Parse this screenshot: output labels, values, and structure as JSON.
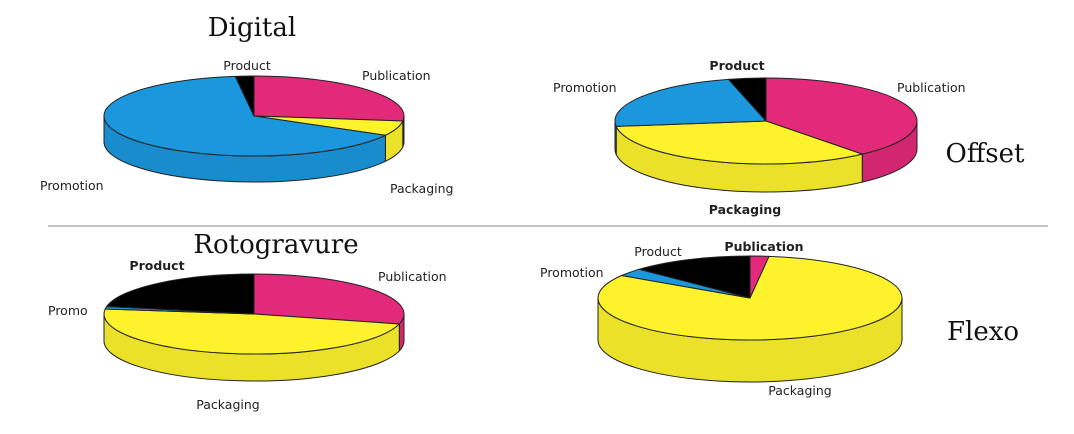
{
  "colors": {
    "Publication": "#e2297a",
    "Packaging": "#fdf22c",
    "Promotion": "#1b97de",
    "Product": "#000000"
  },
  "chart_data": [
    {
      "type": "pie",
      "title": "Digital",
      "slices": [
        {
          "label": "Publication",
          "value": 27,
          "color": "#e2297a"
        },
        {
          "label": "Packaging",
          "value": 6,
          "color": "#fdf22c"
        },
        {
          "label": "Promotion",
          "value": 65,
          "color": "#1b97de"
        },
        {
          "label": "Product",
          "value": 2,
          "color": "#000000"
        }
      ]
    },
    {
      "type": "pie",
      "title": "Offset",
      "slices": [
        {
          "label": "Publication",
          "value": 39,
          "color": "#e2297a"
        },
        {
          "label": "Packaging",
          "value": 34,
          "color": "#fdf22c"
        },
        {
          "label": "Promotion",
          "value": 23,
          "color": "#1b97de"
        },
        {
          "label": "Product",
          "value": 4,
          "color": "#000000"
        }
      ]
    },
    {
      "type": "pie",
      "title": "Rotogravure",
      "slices": [
        {
          "label": "Publication",
          "value": 29,
          "color": "#e2297a"
        },
        {
          "label": "Packaging",
          "value": 48,
          "color": "#fdf22c"
        },
        {
          "label": "Promo",
          "value": 1,
          "color": "#1b97de"
        },
        {
          "label": "Product",
          "value": 22,
          "color": "#000000"
        }
      ]
    },
    {
      "type": "pie",
      "title": "Flexo",
      "slices": [
        {
          "label": "Publication",
          "value": 2,
          "color": "#e2297a"
        },
        {
          "label": "Packaging",
          "value": 82,
          "color": "#fdf22c"
        },
        {
          "label": "Promotion",
          "value": 3,
          "color": "#1b97de"
        },
        {
          "label": "Product",
          "value": 13,
          "color": "#000000"
        }
      ]
    }
  ]
}
